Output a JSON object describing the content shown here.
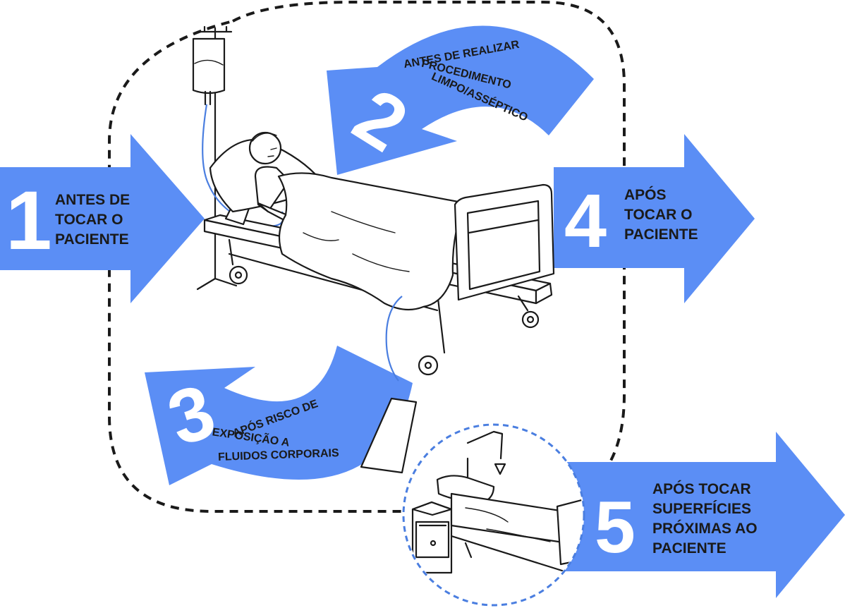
{
  "colors": {
    "arrow": "#5b8ef5",
    "line": "#1a1a1a",
    "tube": "#4a7ee0",
    "dashed_circle": "#4a7ee0"
  },
  "moments": [
    {
      "number": "1",
      "lines": [
        "ANTES DE",
        "TOCAR O",
        "PACIENTE"
      ]
    },
    {
      "number": "2",
      "lines": [
        "ANTES DE REALIZAR",
        "PROCEDIMENTO",
        "LIMPO/ASSÉPTICO"
      ]
    },
    {
      "number": "3",
      "lines": [
        "APÓS RISCO DE",
        "EXPOSIÇÃO A",
        "FLUIDOS CORPORAIS"
      ]
    },
    {
      "number": "4",
      "lines": [
        "APÓS",
        "TOCAR O",
        "PACIENTE"
      ]
    },
    {
      "number": "5",
      "lines": [
        "APÓS TOCAR",
        "SUPERFÍCIES",
        "PRÓXIMAS AO",
        "PACIENTE"
      ]
    }
  ],
  "icons": [
    "hospital-bed-with-patient-icon",
    "iv-drip-stand-icon",
    "empty-bed-icon",
    "bedside-cabinet-icon"
  ]
}
